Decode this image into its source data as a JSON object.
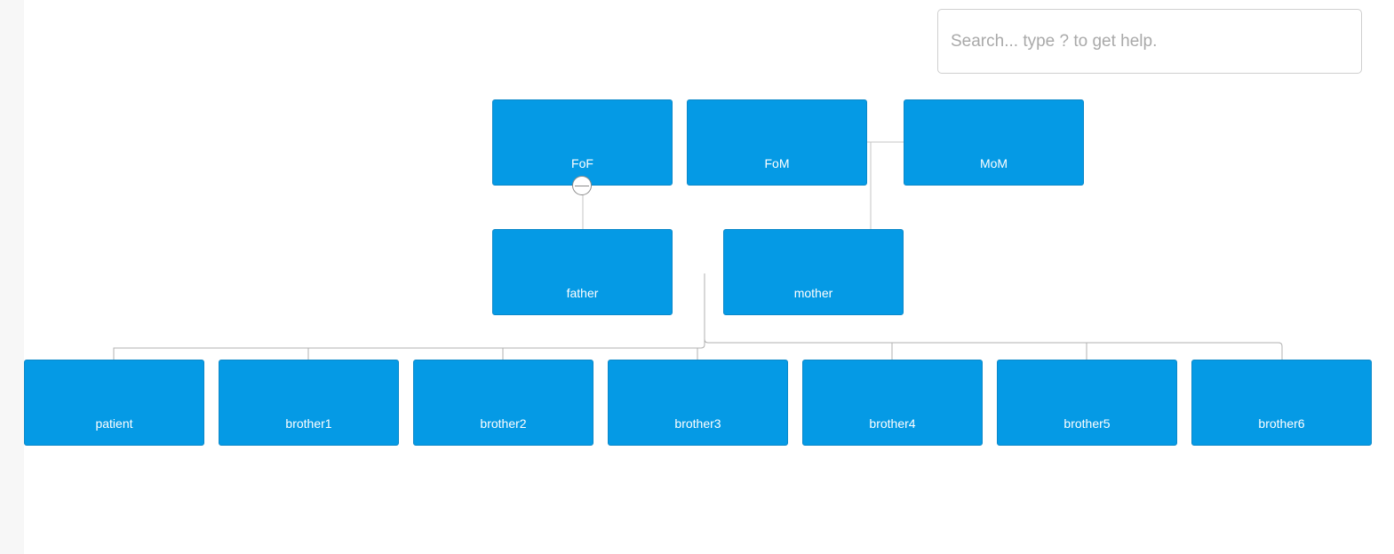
{
  "search": {
    "placeholder": "Search... type ? to get help.",
    "value": ""
  },
  "colors": {
    "node_fill": "#059ae5",
    "node_text": "#ffffff",
    "link": "#bdbdbd"
  },
  "tree": {
    "grandparents": [
      {
        "id": "fof",
        "label": "FoF"
      },
      {
        "id": "fom",
        "label": "FoM"
      },
      {
        "id": "mom",
        "label": "MoM"
      }
    ],
    "parents": [
      {
        "id": "father",
        "label": "father"
      },
      {
        "id": "mother",
        "label": "mother"
      }
    ],
    "children": [
      {
        "id": "patient",
        "label": "patient"
      },
      {
        "id": "brother1",
        "label": "brother1"
      },
      {
        "id": "brother2",
        "label": "brother2"
      },
      {
        "id": "brother3",
        "label": "brother3"
      },
      {
        "id": "brother4",
        "label": "brother4"
      },
      {
        "id": "brother5",
        "label": "brother5"
      },
      {
        "id": "brother6",
        "label": "brother6"
      }
    ]
  }
}
